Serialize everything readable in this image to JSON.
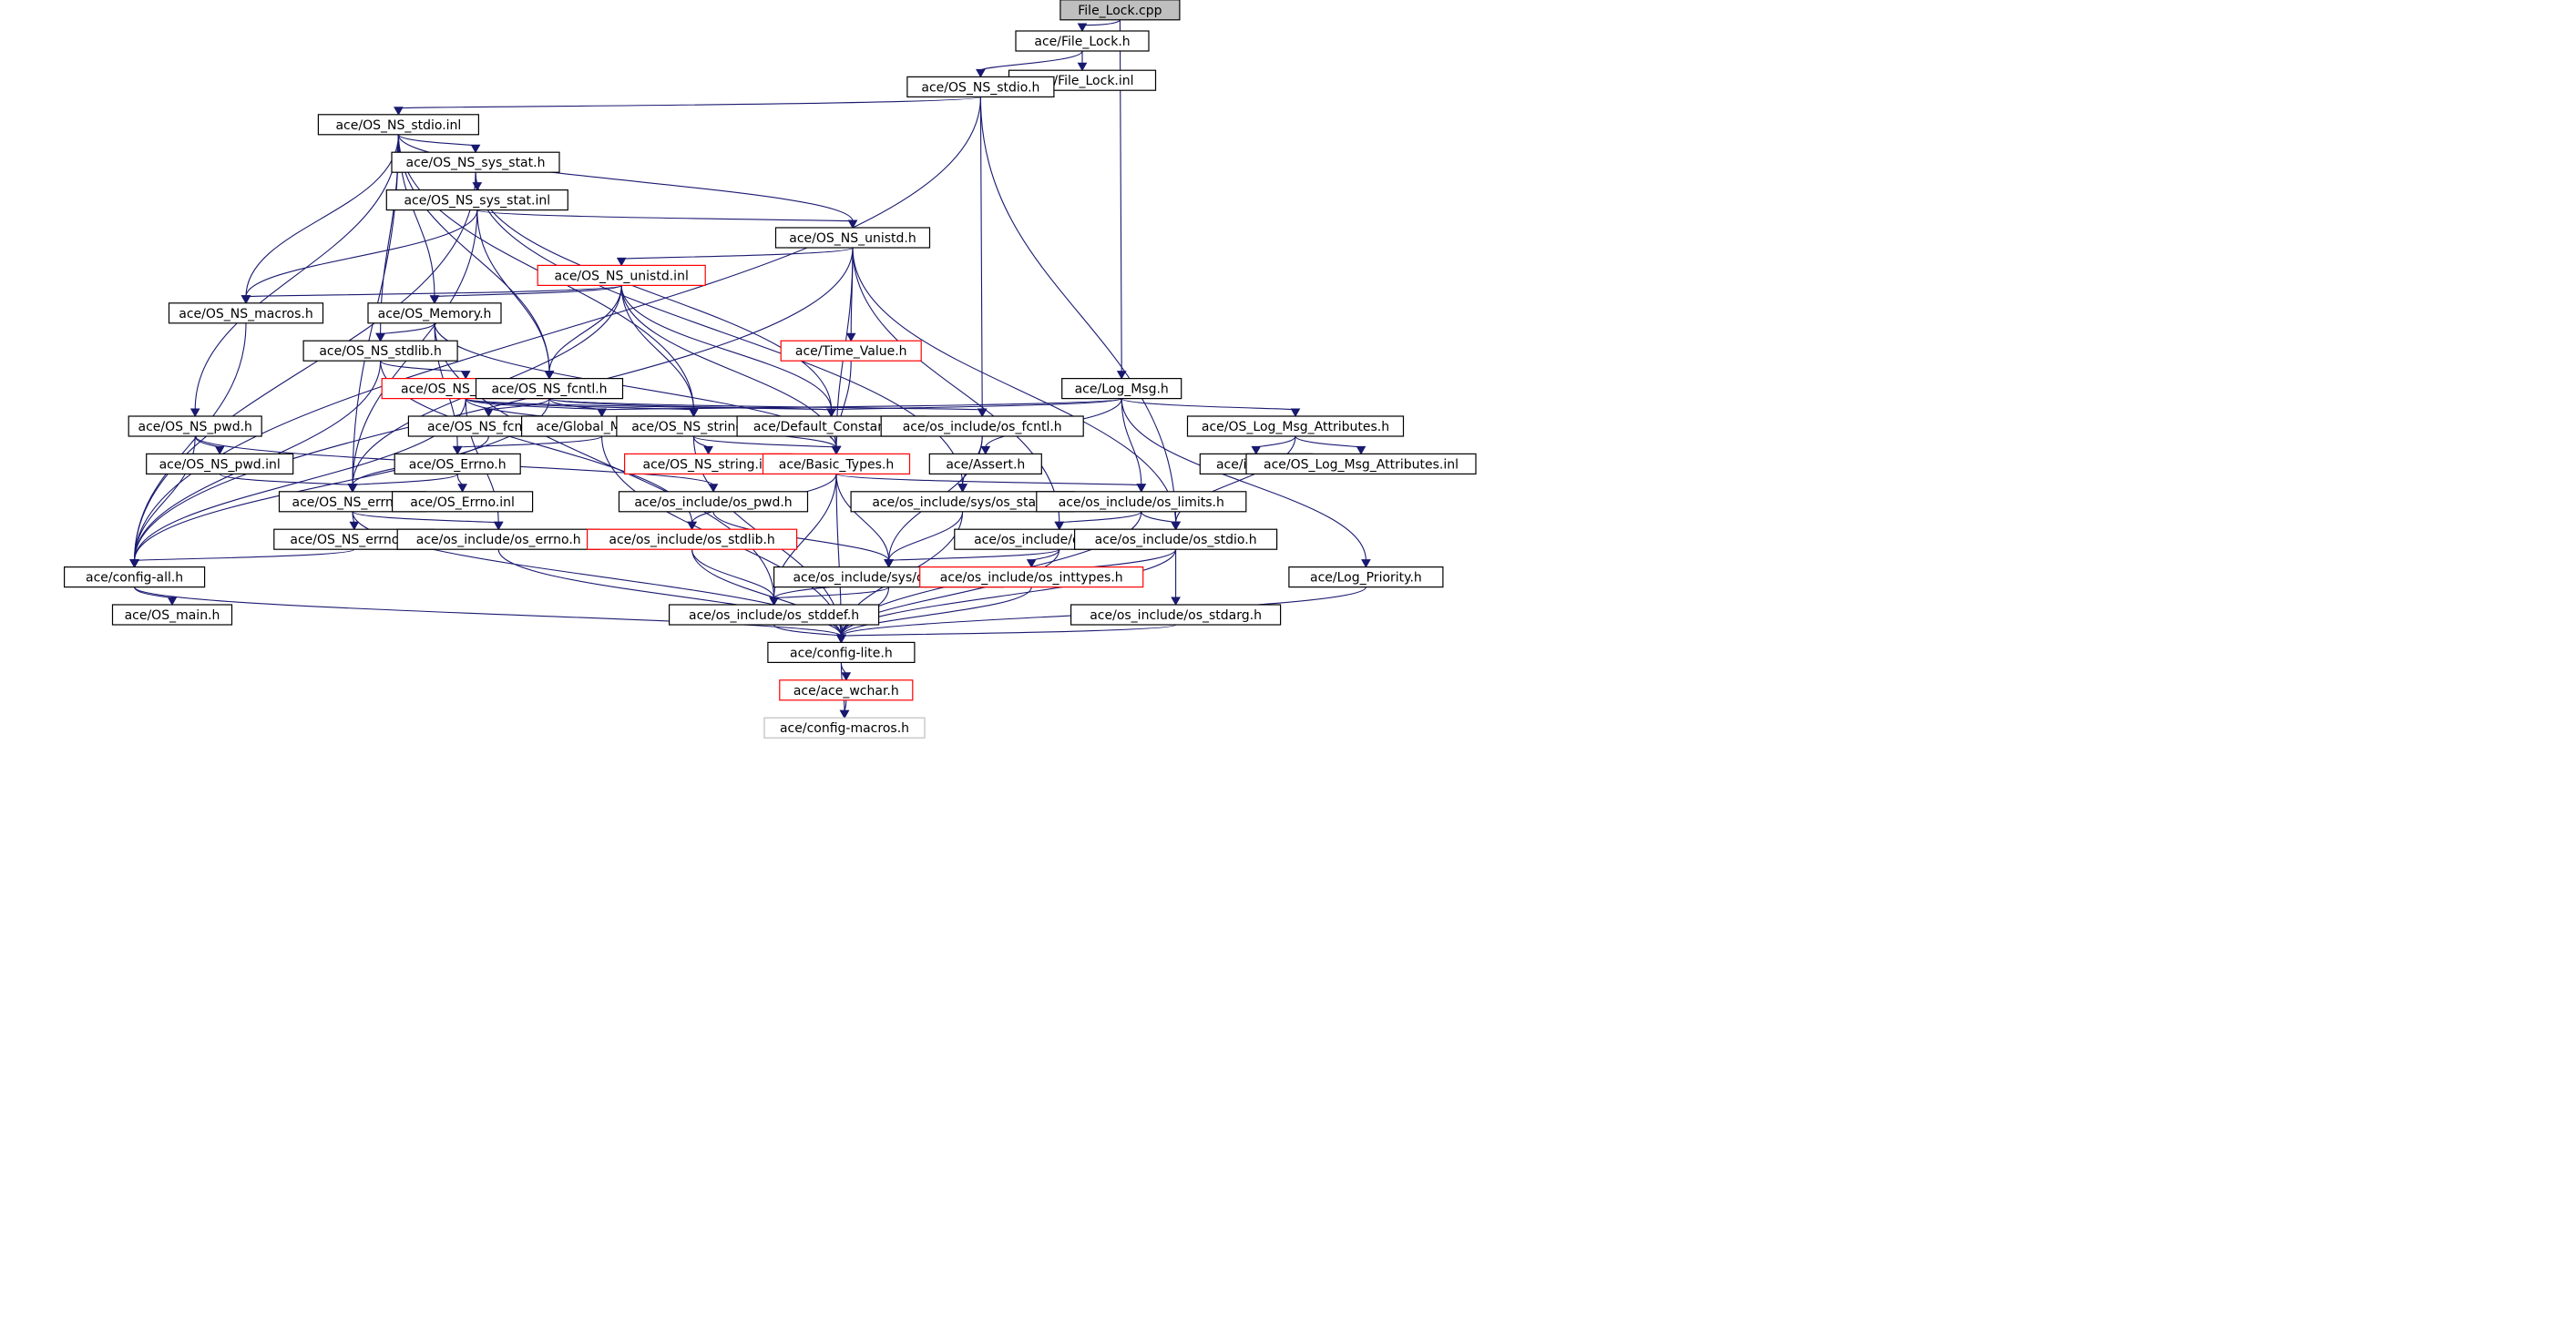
{
  "title": "File_Lock.cpp",
  "colors": {
    "edge": "#191970",
    "node_border": "#000000",
    "node_gray_border": "#bfbfbf",
    "node_red_border": "#ff0000",
    "focus_fill": "#bfbfbf"
  },
  "nodes": [
    {
      "id": "file_lock_cpp",
      "label": "File_Lock.cpp",
      "style": "focus"
    },
    {
      "id": "file_lock_h",
      "label": "ace/File_Lock.h",
      "style": "normal"
    },
    {
      "id": "file_lock_inl",
      "label": "ace/File_Lock.inl",
      "style": "normal"
    },
    {
      "id": "os_ns_stdio_h",
      "label": "ace/OS_NS_stdio.h",
      "style": "normal"
    },
    {
      "id": "os_ns_stdio_inl",
      "label": "ace/OS_NS_stdio.inl",
      "style": "normal"
    },
    {
      "id": "os_ns_sys_stat_h",
      "label": "ace/OS_NS_sys_stat.h",
      "style": "normal"
    },
    {
      "id": "os_ns_sys_stat_inl",
      "label": "ace/OS_NS_sys_stat.inl",
      "style": "normal"
    },
    {
      "id": "os_ns_unistd_h",
      "label": "ace/OS_NS_unistd.h",
      "style": "normal"
    },
    {
      "id": "os_ns_unistd_inl",
      "label": "ace/OS_NS_unistd.inl",
      "style": "red"
    },
    {
      "id": "os_ns_macros_h",
      "label": "ace/OS_NS_macros.h",
      "style": "normal"
    },
    {
      "id": "os_memory_h",
      "label": "ace/OS_Memory.h",
      "style": "normal"
    },
    {
      "id": "time_value_h",
      "label": "ace/Time_Value.h",
      "style": "red"
    },
    {
      "id": "os_ns_stdlib_h",
      "label": "ace/OS_NS_stdlib.h",
      "style": "normal"
    },
    {
      "id": "os_ns_stdlib_inl",
      "label": "ace/OS_NS_stdlib.inl",
      "style": "red"
    },
    {
      "id": "os_ns_fcntl_h",
      "label": "ace/OS_NS_fcntl.h",
      "style": "normal"
    },
    {
      "id": "log_msg_h",
      "label": "ace/Log_Msg.h",
      "style": "normal"
    },
    {
      "id": "os_ns_pwd_h",
      "label": "ace/OS_NS_pwd.h",
      "style": "normal"
    },
    {
      "id": "os_ns_fcntl_inl",
      "label": "ace/OS_NS_fcntl.inl",
      "style": "normal"
    },
    {
      "id": "global_macros_h",
      "label": "ace/Global_Macros.h",
      "style": "normal"
    },
    {
      "id": "os_ns_string_h",
      "label": "ace/OS_NS_string.h",
      "style": "normal"
    },
    {
      "id": "default_constants_h",
      "label": "ace/Default_Constants.h",
      "style": "normal"
    },
    {
      "id": "os_include_os_fcntl_h",
      "label": "ace/os_include/os_fcntl.h",
      "style": "normal"
    },
    {
      "id": "os_log_msg_attributes_h",
      "label": "ace/OS_Log_Msg_Attributes.h",
      "style": "normal"
    },
    {
      "id": "os_ns_pwd_inl",
      "label": "ace/OS_NS_pwd.inl",
      "style": "normal"
    },
    {
      "id": "os_errno_h",
      "label": "ace/OS_Errno.h",
      "style": "normal"
    },
    {
      "id": "os_ns_string_inl",
      "label": "ace/OS_NS_string.inl",
      "style": "red"
    },
    {
      "id": "basic_types_h",
      "label": "ace/Basic_Types.h",
      "style": "red"
    },
    {
      "id": "assert_h",
      "label": "ace/Assert.h",
      "style": "normal"
    },
    {
      "id": "iosfwd_h",
      "label": "ace/iosfwd.h",
      "style": "normal"
    },
    {
      "id": "os_log_msg_attributes_inl",
      "label": "ace/OS_Log_Msg_Attributes.inl",
      "style": "normal"
    },
    {
      "id": "os_ns_errno_h",
      "label": "ace/OS_NS_errno.h",
      "style": "normal"
    },
    {
      "id": "os_errno_inl",
      "label": "ace/OS_Errno.inl",
      "style": "normal"
    },
    {
      "id": "os_include_os_pwd_h",
      "label": "ace/os_include/os_pwd.h",
      "style": "normal"
    },
    {
      "id": "os_include_sys_os_stat_h",
      "label": "ace/os_include/sys/os_stat.h",
      "style": "normal"
    },
    {
      "id": "os_include_os_limits_h",
      "label": "ace/os_include/os_limits.h",
      "style": "normal"
    },
    {
      "id": "os_ns_errno_inl",
      "label": "ace/OS_NS_errno.inl",
      "style": "normal"
    },
    {
      "id": "os_include_os_errno_h",
      "label": "ace/os_include/os_errno.h",
      "style": "normal"
    },
    {
      "id": "os_include_os_stdlib_h",
      "label": "ace/os_include/os_stdlib.h",
      "style": "red"
    },
    {
      "id": "os_include_os_unistd_h",
      "label": "ace/os_include/os_unistd.h",
      "style": "normal"
    },
    {
      "id": "os_include_os_stdio_h",
      "label": "ace/os_include/os_stdio.h",
      "style": "normal"
    },
    {
      "id": "config_all_h",
      "label": "ace/config-all.h",
      "style": "normal"
    },
    {
      "id": "os_include_sys_os_types_h",
      "label": "ace/os_include/sys/os_types.h",
      "style": "normal"
    },
    {
      "id": "os_include_os_inttypes_h",
      "label": "ace/os_include/os_inttypes.h",
      "style": "red"
    },
    {
      "id": "log_priority_h",
      "label": "ace/Log_Priority.h",
      "style": "normal"
    },
    {
      "id": "os_main_h",
      "label": "ace/OS_main.h",
      "style": "normal"
    },
    {
      "id": "os_include_os_stddef_h",
      "label": "ace/os_include/os_stddef.h",
      "style": "normal"
    },
    {
      "id": "os_include_os_stdarg_h",
      "label": "ace/os_include/os_stdarg.h",
      "style": "normal"
    },
    {
      "id": "config_lite_h",
      "label": "ace/config-lite.h",
      "style": "normal"
    },
    {
      "id": "ace_wchar_h",
      "label": "ace/ace_wchar.h",
      "style": "red"
    },
    {
      "id": "config_macros_h",
      "label": "ace/config-macros.h",
      "style": "gray"
    }
  ],
  "edges": [
    [
      "file_lock_cpp",
      "file_lock_h"
    ],
    [
      "file_lock_cpp",
      "log_msg_h"
    ],
    [
      "file_lock_h",
      "os_ns_stdio_h"
    ],
    [
      "file_lock_h",
      "file_lock_inl"
    ],
    [
      "os_ns_stdio_h",
      "os_ns_stdio_inl"
    ],
    [
      "os_ns_stdio_h",
      "config_all_h"
    ],
    [
      "os_ns_stdio_h",
      "os_include_os_stdio_h"
    ],
    [
      "os_ns_stdio_h",
      "os_include_os_fcntl_h"
    ],
    [
      "os_ns_stdio_inl",
      "os_ns_sys_stat_h"
    ],
    [
      "os_ns_stdio_inl",
      "os_ns_unistd_h"
    ],
    [
      "os_ns_stdio_inl",
      "os_ns_macros_h"
    ],
    [
      "os_ns_stdio_inl",
      "os_memory_h"
    ],
    [
      "os_ns_stdio_inl",
      "os_ns_stdlib_h"
    ],
    [
      "os_ns_stdio_inl",
      "os_ns_fcntl_h"
    ],
    [
      "os_ns_stdio_inl",
      "os_ns_pwd_h"
    ],
    [
      "os_ns_stdio_inl",
      "os_ns_string_h"
    ],
    [
      "os_ns_stdio_inl",
      "os_ns_errno_h"
    ],
    [
      "os_ns_sys_stat_h",
      "os_ns_sys_stat_inl"
    ],
    [
      "os_ns_sys_stat_h",
      "config_all_h"
    ],
    [
      "os_ns_sys_stat_h",
      "os_include_sys_os_stat_h"
    ],
    [
      "os_ns_sys_stat_h",
      "default_constants_h"
    ],
    [
      "os_ns_sys_stat_inl",
      "os_ns_unistd_h"
    ],
    [
      "os_ns_sys_stat_inl",
      "os_ns_macros_h"
    ],
    [
      "os_ns_sys_stat_inl",
      "os_ns_fcntl_h"
    ],
    [
      "os_ns_sys_stat_inl",
      "os_ns_errno_h"
    ],
    [
      "os_ns_unistd_h",
      "os_ns_unistd_inl"
    ],
    [
      "os_ns_unistd_h",
      "time_value_h"
    ],
    [
      "os_ns_unistd_h",
      "basic_types_h"
    ],
    [
      "os_ns_unistd_h",
      "os_include_os_unistd_h"
    ],
    [
      "os_ns_unistd_h",
      "os_include_os_stdio_h"
    ],
    [
      "os_ns_unistd_h",
      "config_all_h"
    ],
    [
      "os_ns_unistd_inl",
      "os_ns_macros_h"
    ],
    [
      "os_ns_unistd_inl",
      "os_memory_h"
    ],
    [
      "os_ns_unistd_inl",
      "os_ns_fcntl_h"
    ],
    [
      "os_ns_unistd_inl",
      "os_ns_string_h"
    ],
    [
      "os_ns_unistd_inl",
      "default_constants_h"
    ],
    [
      "os_ns_unistd_inl",
      "os_ns_errno_h"
    ],
    [
      "os_ns_unistd_inl",
      "basic_types_h"
    ],
    [
      "os_ns_macros_h",
      "config_all_h"
    ],
    [
      "os_memory_h",
      "os_ns_stdlib_h"
    ],
    [
      "os_memory_h",
      "os_errno_h"
    ],
    [
      "os_memory_h",
      "basic_types_h"
    ],
    [
      "os_memory_h",
      "os_include_os_stddef_h"
    ],
    [
      "time_value_h",
      "basic_types_h"
    ],
    [
      "os_ns_stdlib_h",
      "os_ns_stdlib_inl"
    ],
    [
      "os_ns_stdlib_h",
      "config_all_h"
    ],
    [
      "os_ns_stdlib_h",
      "os_include_os_stdlib_h"
    ],
    [
      "os_ns_stdlib_inl",
      "config_all_h"
    ],
    [
      "os_ns_stdlib_inl",
      "global_macros_h"
    ],
    [
      "os_ns_stdlib_inl",
      "os_ns_string_h"
    ],
    [
      "os_ns_stdlib_inl",
      "default_constants_h"
    ],
    [
      "os_ns_stdlib_inl",
      "os_include_os_errno_h"
    ],
    [
      "os_ns_stdlib_inl",
      "basic_types_h"
    ],
    [
      "os_ns_fcntl_h",
      "os_ns_fcntl_inl"
    ],
    [
      "os_ns_fcntl_h",
      "global_macros_h"
    ],
    [
      "os_ns_fcntl_h",
      "default_constants_h"
    ],
    [
      "os_ns_fcntl_h",
      "os_include_os_fcntl_h"
    ],
    [
      "os_ns_fcntl_h",
      "config_all_h"
    ],
    [
      "log_msg_h",
      "os_log_msg_attributes_h"
    ],
    [
      "log_msg_h",
      "default_constants_h"
    ],
    [
      "log_msg_h",
      "global_macros_h"
    ],
    [
      "log_msg_h",
      "assert_h"
    ],
    [
      "log_msg_h",
      "os_include_os_limits_h"
    ],
    [
      "log_msg_h",
      "log_priority_h"
    ],
    [
      "os_ns_pwd_h",
      "os_ns_pwd_inl"
    ],
    [
      "os_ns_pwd_h",
      "config_all_h"
    ],
    [
      "os_ns_pwd_h",
      "os_include_os_pwd_h"
    ],
    [
      "os_ns_fcntl_inl",
      "os_ns_errno_h"
    ],
    [
      "global_macros_h",
      "os_errno_h"
    ],
    [
      "global_macros_h",
      "config_lite_h"
    ],
    [
      "os_ns_string_h",
      "os_ns_string_inl"
    ],
    [
      "os_ns_string_h",
      "basic_types_h"
    ],
    [
      "os_ns_string_h",
      "config_lite_h"
    ],
    [
      "os_include_os_fcntl_h",
      "os_include_sys_os_stat_h"
    ],
    [
      "os_include_os_fcntl_h",
      "os_include_sys_os_types_h"
    ],
    [
      "os_log_msg_attributes_h",
      "iosfwd_h"
    ],
    [
      "os_log_msg_attributes_h",
      "os_log_msg_attributes_inl"
    ],
    [
      "os_log_msg_attributes_h",
      "os_include_os_stdio_h"
    ],
    [
      "os_ns_pwd_inl",
      "os_ns_errno_h"
    ],
    [
      "os_errno_h",
      "os_ns_errno_h"
    ],
    [
      "os_errno_h",
      "os_errno_inl"
    ],
    [
      "basic_types_h",
      "os_include_os_limits_h"
    ],
    [
      "basic_types_h",
      "os_include_os_stdlib_h"
    ],
    [
      "basic_types_h",
      "os_include_sys_os_types_h"
    ],
    [
      "basic_types_h",
      "os_include_os_stddef_h"
    ],
    [
      "basic_types_h",
      "config_lite_h"
    ],
    [
      "os_ns_errno_h",
      "os_ns_errno_inl"
    ],
    [
      "os_ns_errno_h",
      "os_include_os_errno_h"
    ],
    [
      "os_ns_errno_h",
      "config_lite_h"
    ],
    [
      "os_include_os_pwd_h",
      "os_include_sys_os_types_h"
    ],
    [
      "os_include_sys_os_stat_h",
      "os_include_sys_os_types_h"
    ],
    [
      "os_include_sys_os_stat_h",
      "config_lite_h"
    ],
    [
      "os_include_os_limits_h",
      "os_include_os_unistd_h"
    ],
    [
      "os_include_os_limits_h",
      "os_include_os_stdio_h"
    ],
    [
      "os_include_os_limits_h",
      "config_lite_h"
    ],
    [
      "os_ns_errno_inl",
      "config_all_h"
    ],
    [
      "os_include_os_errno_h",
      "config_lite_h"
    ],
    [
      "os_include_os_stdlib_h",
      "os_include_os_stddef_h"
    ],
    [
      "os_include_os_stdlib_h",
      "config_lite_h"
    ],
    [
      "os_include_os_unistd_h",
      "os_include_sys_os_types_h"
    ],
    [
      "os_include_os_unistd_h",
      "os_include_os_inttypes_h"
    ],
    [
      "os_include_os_unistd_h",
      "config_lite_h"
    ],
    [
      "os_include_os_stdio_h",
      "os_include_os_stdarg_h"
    ],
    [
      "os_include_os_stdio_h",
      "os_include_os_stddef_h"
    ],
    [
      "os_include_os_stdio_h",
      "config_lite_h"
    ],
    [
      "config_all_h",
      "os_main_h"
    ],
    [
      "config_all_h",
      "config_lite_h"
    ],
    [
      "os_include_sys_os_types_h",
      "os_include_os_stddef_h"
    ],
    [
      "os_include_sys_os_types_h",
      "config_lite_h"
    ],
    [
      "os_include_os_inttypes_h",
      "config_lite_h"
    ],
    [
      "log_priority_h",
      "config_lite_h"
    ],
    [
      "os_include_os_stddef_h",
      "config_lite_h"
    ],
    [
      "os_include_os_stdarg_h",
      "config_lite_h"
    ],
    [
      "config_lite_h",
      "ace_wchar_h"
    ],
    [
      "config_lite_h",
      "config_macros_h"
    ],
    [
      "ace_wchar_h",
      "config_macros_h"
    ]
  ]
}
